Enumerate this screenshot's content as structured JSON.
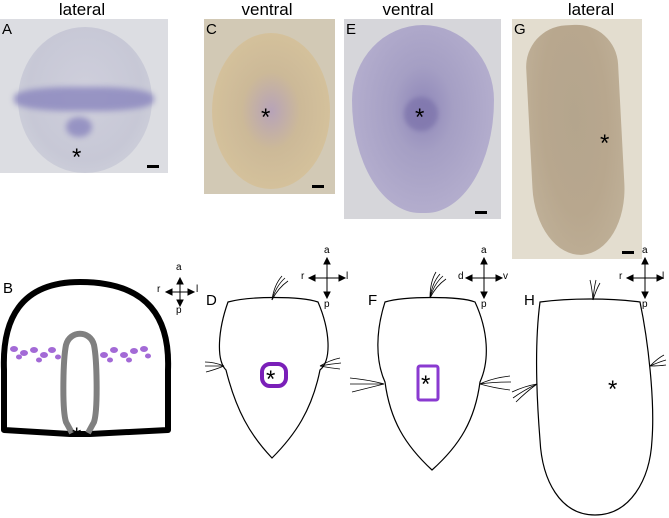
{
  "headers": {
    "A": "lateral",
    "C": "ventral",
    "E": "ventral",
    "G": "lateral"
  },
  "panels": {
    "A": "A",
    "B": "B",
    "C": "C",
    "D": "D",
    "E": "E",
    "F": "F",
    "G": "G",
    "H": "H"
  },
  "asterisk": "*",
  "orientation": {
    "rl": {
      "top": "a",
      "bottom": "p",
      "left": "r",
      "right": "l"
    },
    "dv": {
      "top": "a",
      "bottom": "p",
      "left": "d",
      "right": "v"
    }
  },
  "colors": {
    "stain": "#5b4fa0",
    "purple": "#7a1fb8",
    "grey": "#808080"
  }
}
